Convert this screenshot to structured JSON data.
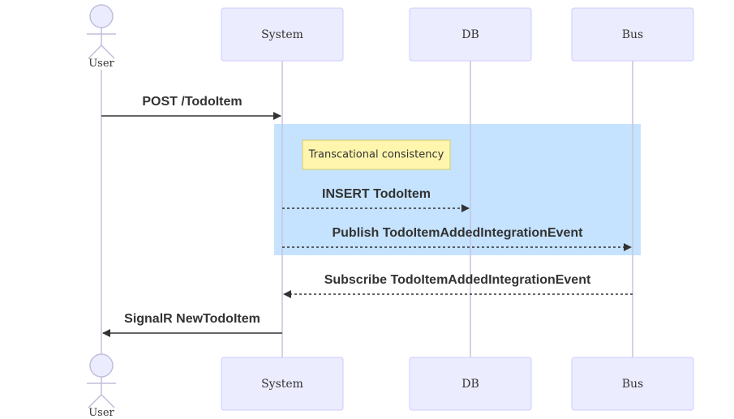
{
  "colors": {
    "participant_fill": "#ECECFF",
    "participant_stroke": "#CCCCFF",
    "lifeline": "#C8C4DC",
    "highlight_block": "#C2E1FF",
    "note_fill": "#FFF5AD",
    "note_stroke": "#D6C769",
    "text": "#333333"
  },
  "participants": {
    "user": "User",
    "system": "System",
    "db": "DB",
    "bus": "Bus"
  },
  "note": {
    "text": "Transcational consistency"
  },
  "messages": [
    {
      "from": "User",
      "to": "System",
      "style": "solid",
      "label": "POST /TodoItem"
    },
    {
      "from": "System",
      "to": "DB",
      "style": "dotted",
      "label": "INSERT TodoItem"
    },
    {
      "from": "System",
      "to": "Bus",
      "style": "dotted",
      "label": "Publish TodoItemAddedIntegrationEvent"
    },
    {
      "from": "Bus",
      "to": "System",
      "style": "dotted",
      "label": "Subscribe TodoItemAddedIntegrationEvent"
    },
    {
      "from": "System",
      "to": "User",
      "style": "solid",
      "label": "SignalR NewTodoItem"
    }
  ]
}
